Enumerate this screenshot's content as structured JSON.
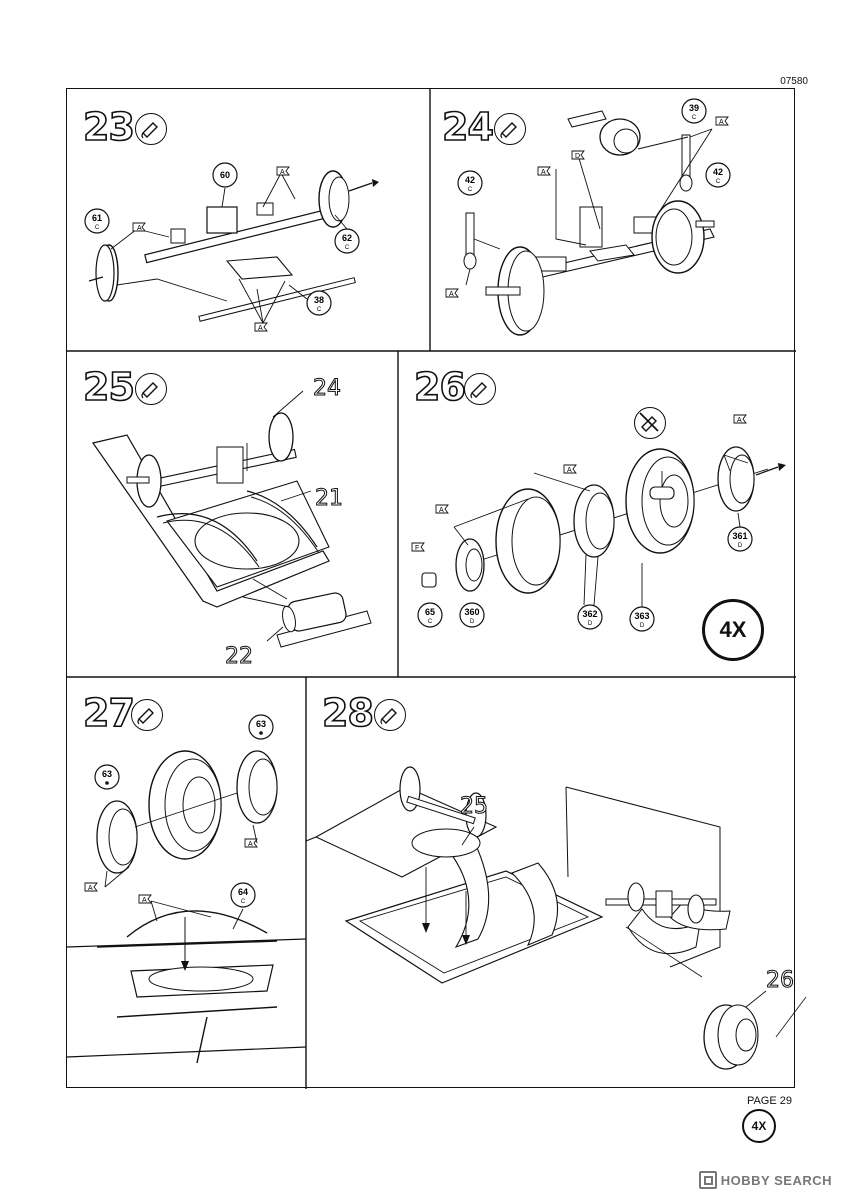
{
  "header": {
    "doc_code": "07580"
  },
  "footer": {
    "page_label": "PAGE 29",
    "watermark": "HOBBY SEARCH"
  },
  "steps": [
    {
      "number": "23",
      "parts": [
        {
          "no": "60",
          "sprue": ""
        },
        {
          "no": "61",
          "sprue": "C"
        },
        {
          "no": "62",
          "sprue": "C"
        },
        {
          "no": "38",
          "sprue": "C"
        }
      ],
      "tags": [
        "A",
        "A",
        "A"
      ]
    },
    {
      "number": "24",
      "parts": [
        {
          "no": "39",
          "sprue": "C"
        },
        {
          "no": "42",
          "sprue": "C"
        },
        {
          "no": "42",
          "sprue": "C"
        }
      ],
      "tags": [
        "A",
        "D",
        "A",
        "A"
      ]
    },
    {
      "number": "25",
      "refs": [
        "24",
        "21",
        "22"
      ]
    },
    {
      "number": "26",
      "parts": [
        {
          "no": "65",
          "sprue": "C"
        },
        {
          "no": "360",
          "sprue": "D"
        },
        {
          "no": "362",
          "sprue": "D"
        },
        {
          "no": "363",
          "sprue": "D"
        },
        {
          "no": "361",
          "sprue": "D"
        }
      ],
      "tags": [
        "F",
        "A",
        "A",
        "A"
      ],
      "multiplier": "4X"
    },
    {
      "number": "27",
      "parts": [
        {
          "no": "63",
          "sprue": ""
        },
        {
          "no": "63",
          "sprue": ""
        },
        {
          "no": "64",
          "sprue": "C"
        }
      ],
      "tags": [
        "A",
        "A",
        "A"
      ]
    },
    {
      "number": "28",
      "refs": [
        "25",
        "26"
      ],
      "multiplier": "4X"
    }
  ],
  "icons": {
    "glue": "glue-tube-icon",
    "no_glue": "no-glue-icon"
  }
}
